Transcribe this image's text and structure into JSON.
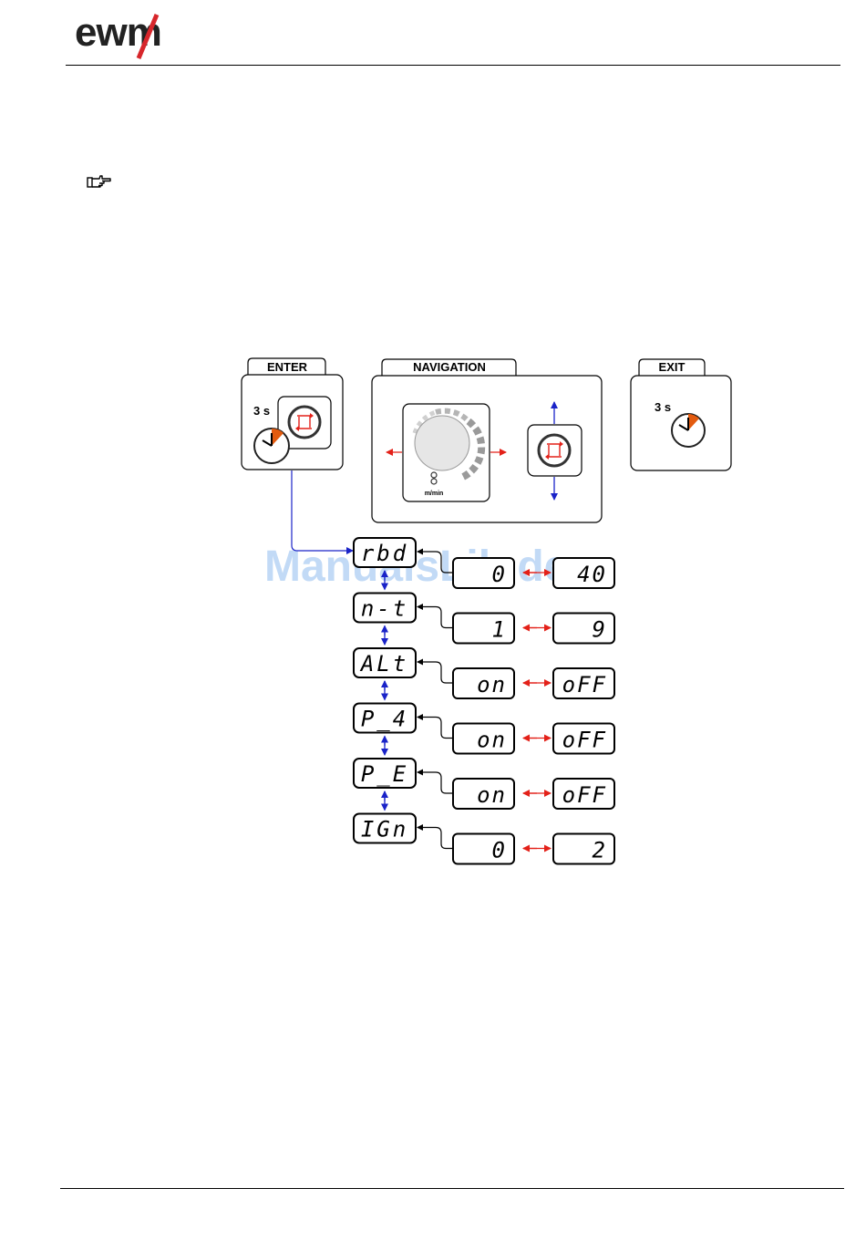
{
  "header": {
    "brand": "ewm"
  },
  "panels": {
    "enter": {
      "label": "ENTER",
      "time": "3 s"
    },
    "navigation": {
      "label": "NAVIGATION",
      "unit": "m/min"
    },
    "exit": {
      "label": "EXIT",
      "time": "3 s"
    }
  },
  "menu": {
    "rows": [
      {
        "code": "rbd",
        "min": "0",
        "max": "40"
      },
      {
        "code": "n-t",
        "min": "1",
        "max": "9"
      },
      {
        "code": "ALt",
        "min": "on",
        "max": "oFF"
      },
      {
        "code": "P_4",
        "min": "on",
        "max": "oFF"
      },
      {
        "code": "P_E",
        "min": "on",
        "max": "oFF"
      },
      {
        "code": "IGn",
        "min": "0",
        "max": "2"
      }
    ]
  },
  "watermark": "ManualsLib.de",
  "colors": {
    "red_arrow": "#e32119",
    "blue_arrow": "#1a23c8",
    "brand_red": "#d7262b",
    "clock_hand": "#e35b0f"
  }
}
